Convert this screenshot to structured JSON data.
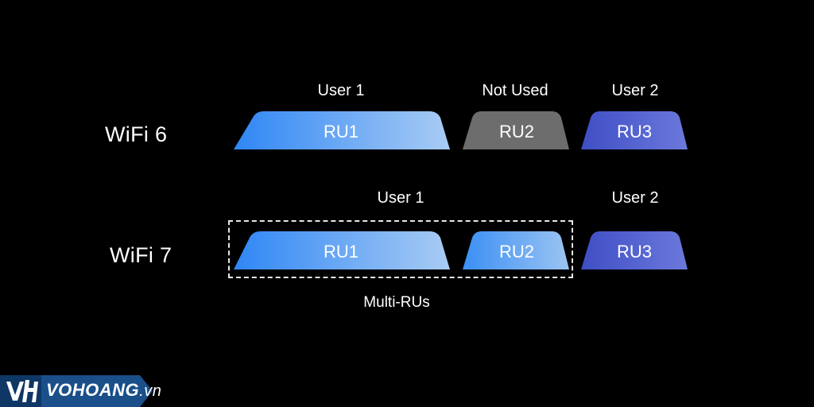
{
  "rows": [
    {
      "label": "WiFi 6",
      "users": [
        {
          "label": "User 1",
          "center": "ru1"
        },
        {
          "label": "Not Used",
          "center": "ru2"
        },
        {
          "label": "User 2",
          "center": "ru3"
        }
      ],
      "units": [
        {
          "label": "RU1",
          "fill": "blue-gradient"
        },
        {
          "label": "RU2",
          "fill": "gray"
        },
        {
          "label": "RU3",
          "fill": "indigo"
        }
      ]
    },
    {
      "label": "WiFi 7",
      "users": [
        {
          "label": "User 1",
          "center": "multi"
        },
        {
          "label": "User 2",
          "center": "ru3"
        }
      ],
      "units": [
        {
          "label": "RU1",
          "fill": "blue-gradient"
        },
        {
          "label": "RU2",
          "fill": "blue-gradient"
        },
        {
          "label": "RU3",
          "fill": "indigo"
        }
      ],
      "group_label": "Multi-RUs"
    }
  ],
  "colors": {
    "background": "#000000",
    "blue_start": "#2f86f5",
    "blue_end": "#a9ccf4",
    "gray": "#6d6d6d",
    "indigo_start": "#3f4ec4",
    "indigo_end": "#6b79dc"
  },
  "brand": {
    "name": "VOHOANG",
    "domain": ".vn",
    "logo_icon": "vh-logo-icon"
  }
}
